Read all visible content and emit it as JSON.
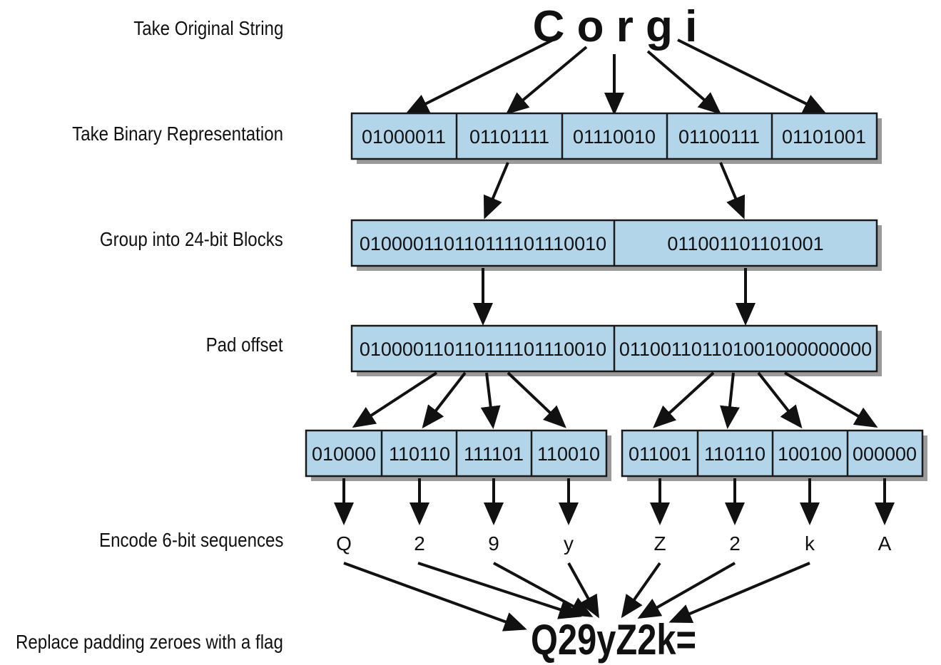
{
  "steps": [
    "Take Original String",
    "Take Binary Representation",
    "Group into 24-bit Blocks",
    "Pad offset",
    "Encode 6-bit sequences",
    "Replace padding zeroes with a flag"
  ],
  "original_string": "C o r g i",
  "bytes": [
    "01000011",
    "01101111",
    "01110010",
    "01100111",
    "01101001"
  ],
  "blocks24": [
    "010000110110111101110010",
    "011001101101001"
  ],
  "padded": [
    "010000110110111101110010",
    "011001101101001000000000"
  ],
  "sextets": [
    "010000",
    "110110",
    "111101",
    "110010",
    "011001",
    "110110",
    "100100",
    "000000"
  ],
  "encoded": [
    "Q",
    "2",
    "9",
    "y",
    "Z",
    "2",
    "k",
    "A"
  ],
  "result": "Q29yZ2k=",
  "colors": {
    "box_fill": "#b3d5ea",
    "stroke": "#1a1a1a",
    "shadow": "#9a9a9a"
  }
}
